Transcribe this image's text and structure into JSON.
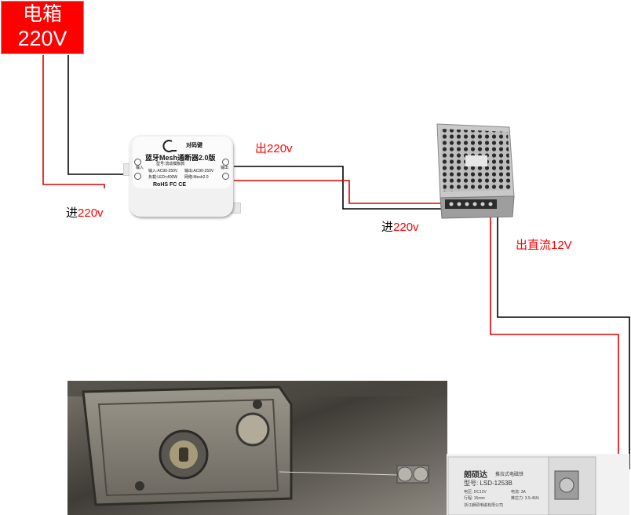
{
  "source_box": {
    "line1": "电箱",
    "line2": "220V",
    "color": "#ff0000"
  },
  "labels": {
    "in_breaker": {
      "cn": "进",
      "num": "220v"
    },
    "out_breaker": {
      "cn": "出",
      "num": "220v"
    },
    "in_psu": {
      "cn": "进",
      "num": "220v"
    },
    "out_dc": "出直流12V"
  },
  "breaker": {
    "key_label": "对码键",
    "title": "蓝牙Mesh通断器2.0版",
    "model": "型号:流动模板款",
    "in_side": "输入",
    "out_side": "输出",
    "in_spec": "输入:AC90-250V",
    "out_spec": "输出:AC90-250V",
    "load_spec": "负载:LED<400W",
    "net_spec": "网络:Mesh2.0",
    "marks": "RoHS FC CE"
  },
  "magnet_lock": {
    "brand": "朗硕达",
    "type": "推拉式电磁铁",
    "model": "型号: LSD-1253B",
    "voltage": "电压: DC12V",
    "current": "电流: 3A",
    "stroke": "行程: 15mm",
    "force": "推拉力: 3.5-45N",
    "maker": "浙江朗硕电磁有限公司"
  },
  "colors": {
    "live": "#e00000",
    "neutral": "#000000"
  }
}
